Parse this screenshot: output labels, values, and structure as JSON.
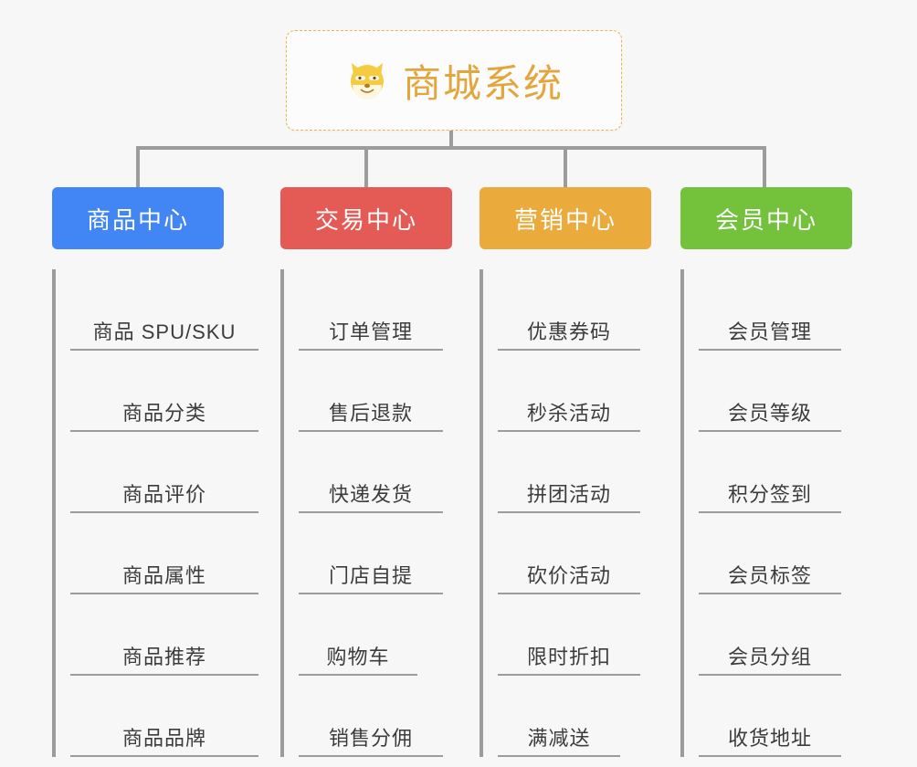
{
  "root": {
    "icon": "shiba-fox-face-icon",
    "emoji": "🐶",
    "title": "商城系统",
    "title_color": "#e3a63c",
    "border_color": "#e9b44c"
  },
  "connector_color": "#9c9c9c",
  "background_color": "#f7f7f7",
  "columns": [
    {
      "id": "product-center",
      "label": "商品中心",
      "color": "#4285f4",
      "items": [
        {
          "label": "商品 SPU/SKU"
        },
        {
          "label": "商品分类"
        },
        {
          "label": "商品评价"
        },
        {
          "label": "商品属性"
        },
        {
          "label": "商品推荐"
        },
        {
          "label": "商品品牌"
        }
      ]
    },
    {
      "id": "trade-center",
      "label": "交易中心",
      "color": "#e45b55",
      "items": [
        {
          "label": "订单管理"
        },
        {
          "label": "售后退款"
        },
        {
          "label": "快递发货"
        },
        {
          "label": "门店自提"
        },
        {
          "label": "购物车",
          "short": true
        },
        {
          "label": "销售分佣"
        }
      ]
    },
    {
      "id": "marketing-center",
      "label": "营销中心",
      "color": "#ebab3c",
      "items": [
        {
          "label": "优惠券码"
        },
        {
          "label": "秒杀活动"
        },
        {
          "label": "拼团活动"
        },
        {
          "label": "砍价活动"
        },
        {
          "label": "限时折扣"
        },
        {
          "label": "满减送",
          "short": true
        }
      ]
    },
    {
      "id": "member-center",
      "label": "会员中心",
      "color": "#74c13c",
      "items": [
        {
          "label": "会员管理"
        },
        {
          "label": "会员等级"
        },
        {
          "label": "积分签到"
        },
        {
          "label": "会员标签"
        },
        {
          "label": "会员分组"
        },
        {
          "label": "收货地址"
        }
      ]
    }
  ]
}
